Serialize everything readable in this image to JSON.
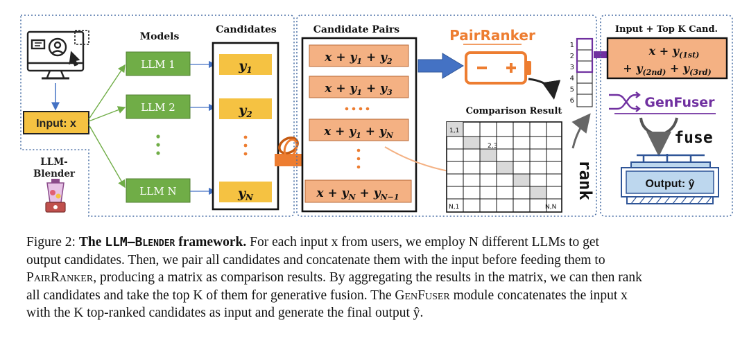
{
  "figure": {
    "models_title": "Models",
    "candidates_title": "Candidates",
    "input_label": "Input: x",
    "models": [
      "LLM 1",
      "LLM 2",
      "LLM N"
    ],
    "candidates": [
      "y1",
      "y2",
      "yN"
    ],
    "blender_label": [
      "LLM-",
      "Blender"
    ],
    "pairs_title": "Candidate Pairs",
    "pairs": [
      "x + y1 + y2",
      "x + y1 + y3",
      "x + y1 + yN",
      "x + yN + yN−1"
    ],
    "ranker_title": "PairRanker",
    "battery_signs": [
      "−",
      "+"
    ],
    "comparison_title": "Comparison Result",
    "matrix_labels": [
      "1,1",
      "2,3",
      "N,1",
      "N,N"
    ],
    "rank_numbers": [
      "1",
      "2",
      "3",
      "4",
      "5",
      "6"
    ],
    "rank_label": "rank",
    "topk_title": "Input + Top K Cand.",
    "topk_lines": [
      "x + y(1st)",
      "+ y(2nd) + y(3rd)"
    ],
    "genfuser_title": "GenFuser",
    "fuse_label": "fuse",
    "output_label": "Output: ŷ",
    "colors": {
      "model_green": "#70ad47",
      "candidate_yellow": "#f5c242",
      "pair_orange": "#f4b183",
      "ranker_orange": "#ed7d31",
      "purple": "#7030a0",
      "blue": "#4472c4",
      "output_blue": "#bdd7ee",
      "matrix_gray": "#d9d9d9"
    }
  },
  "caption": {
    "fig_num": "Figure 2:",
    "bold_a": "The",
    "framework_name": "LLM–Blender",
    "bold_b": "framework.",
    "l1": "For each input x from users, we employ N different LLMs to get",
    "l2": "output candidates.  Then, we pair all candidates and concatenate them with the input before feeding them to",
    "l3_sc": "PairRanker",
    "l3": ", producing a matrix as comparison results. By aggregating the results in the matrix, we can then rank",
    "l4a": "all candidates and take the top K of them for generative fusion. The",
    "l4_sc": "GenFuser",
    "l4b": "module concatenates the input x",
    "l5": "with the K top-ranked candidates as input and generate the final output ŷ."
  }
}
